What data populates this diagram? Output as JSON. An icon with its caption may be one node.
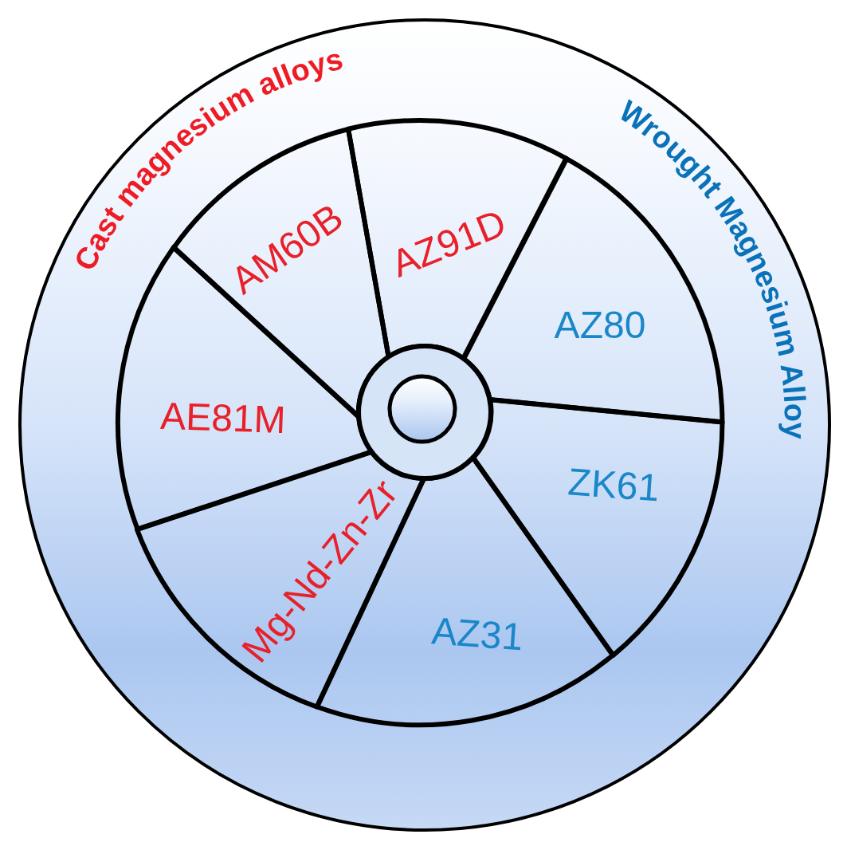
{
  "diagram": {
    "nodes": [
      {
        "text": [
          "Cast magnesium alloys",
          "Wrought Magnesium Alloy"
        ]
      },
      {
        "text": [
          "AM60B"
        ],
        "in": 0
      },
      {
        "text": [
          "AZ91D"
        ],
        "in": 0
      },
      {
        "text": [
          "AZ80"
        ],
        "in": 0
      },
      {
        "text": [
          "ZK61"
        ],
        "in": 0
      },
      {
        "text": [
          "AZ31"
        ],
        "in": 0
      },
      {
        "text": [
          "Mg-Nd-Zn-Zr"
        ],
        "in": 0
      },
      {
        "text": [
          "AE81M"
        ],
        "in": 0
      }
    ]
  }
}
